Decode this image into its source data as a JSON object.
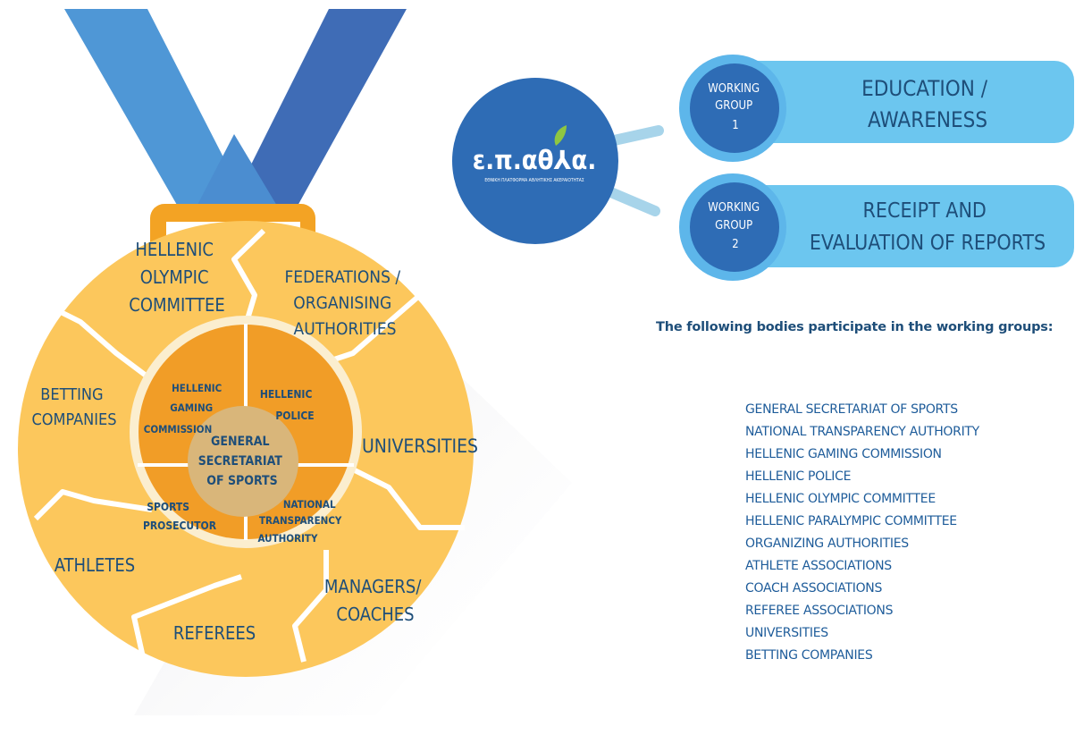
{
  "medal": {
    "segments": [
      {
        "id": "hoc",
        "label": [
          "HELLENIC",
          "OLYMPIC",
          "COMMITTEE"
        ]
      },
      {
        "id": "federations",
        "label": [
          "FEDERATIONS /",
          "ORGANISING",
          "AUTHORITIES"
        ]
      },
      {
        "id": "universities",
        "label": [
          "UNIVERSITIES"
        ]
      },
      {
        "id": "managers",
        "label": [
          "MANAGERS/",
          "COACHES"
        ]
      },
      {
        "id": "referees",
        "label": [
          "REFEREES"
        ]
      },
      {
        "id": "athletes",
        "label": [
          "ATHLETES"
        ]
      },
      {
        "id": "betting",
        "label": [
          "BETTING",
          "COMPANIES"
        ]
      }
    ],
    "inner_quadrants": [
      {
        "id": "gaming",
        "label": [
          "HELLENIC",
          "GAMING",
          "COMMISSION"
        ]
      },
      {
        "id": "police",
        "label": [
          "HELLENIC",
          "POLICE"
        ]
      },
      {
        "id": "transparency",
        "label": [
          "NATIONAL",
          "TRANSPARENCY",
          "AUTHORITY"
        ]
      },
      {
        "id": "prosecutor",
        "label": [
          "SPORTS",
          "PROSECUTOR"
        ]
      }
    ],
    "center": {
      "label": [
        "GENERAL",
        "SECRETARIAT",
        "OF SPORTS"
      ]
    }
  },
  "logo": {
    "mark": "ε.π.αθ⅄α.",
    "subtitle": "ΕΘΝΙΚΗ ΠΛΑΤΦΟΡΜΑ ΑΘΛΗΤΙΚΗΣ ΑΚΕΡΑΙΟΤΗΤΑΣ"
  },
  "working_groups": [
    {
      "badge": [
        "WORKING",
        "GROUP",
        "1"
      ],
      "title": [
        "EDUCATION /",
        "AWARENESS"
      ]
    },
    {
      "badge": [
        "WORKING",
        "GROUP",
        "2"
      ],
      "title": [
        "RECEIPT AND",
        "EVALUATION OF REPORTS"
      ]
    }
  ],
  "participants": {
    "heading": "The following bodies participate in the working groups:",
    "items": [
      "GENERAL SECRETARIAT OF SPORTS",
      "NATIONAL TRANSPARENCY AUTHORITY",
      "HELLENIC GAMING COMMISSION",
      "HELLENIC POLICE",
      "HELLENIC OLYMPIC COMMITTEE",
      "HELLENIC PARALYMPIC COMMITTEE",
      "ORGANIZING AUTHORITIES",
      "ATHLETE ASSOCIATIONS",
      "COACH ASSOCIATIONS",
      "REFEREE ASSOCIATIONS",
      "UNIVERSITIES",
      "BETTING COMPANIES"
    ]
  },
  "colors": {
    "ribbon_light": "#4a93d4",
    "ribbon_dark": "#3f6eb8",
    "medal_gold": "#fcc75c",
    "inner_orange": "#f19d27",
    "center_tan": "#d9b67a",
    "logo_blue": "#2e6cb5",
    "badge_blue": "#5db6ea",
    "pill_blue": "#6cc6ef",
    "text_navy": "#1e4e79"
  }
}
